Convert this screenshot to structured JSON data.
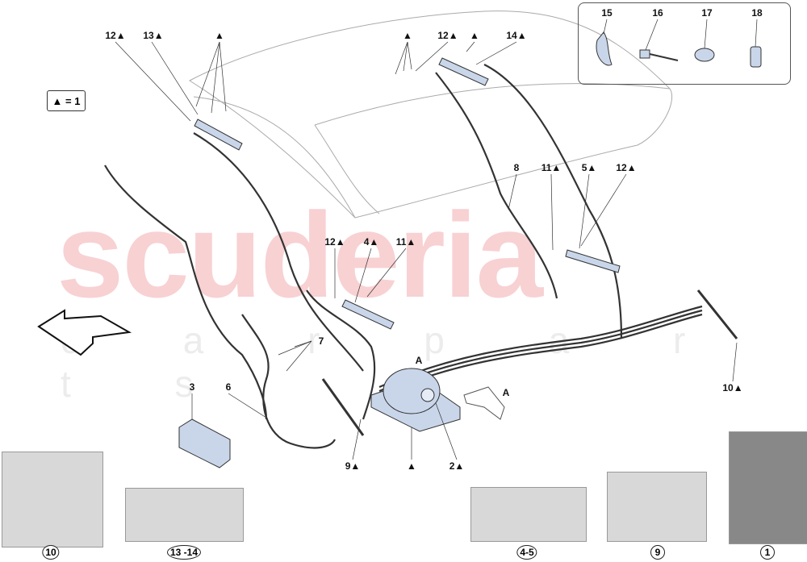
{
  "watermark": {
    "brand": "scuderia",
    "sub": "c a r p a r t s"
  },
  "legend": {
    "text": "▲ = 1"
  },
  "colors": {
    "part_fill": "#c9d6ea",
    "line": "#333333",
    "watermark": "#f7c9cc"
  },
  "callouts": [
    {
      "id": "c1",
      "text": "12▲"
    },
    {
      "id": "c2",
      "text": "13▲"
    },
    {
      "id": "c3",
      "text": "▲"
    },
    {
      "id": "c4",
      "text": "▲"
    },
    {
      "id": "c5",
      "text": "12▲"
    },
    {
      "id": "c6",
      "text": "▲"
    },
    {
      "id": "c7",
      "text": "14▲"
    },
    {
      "id": "c8",
      "text": "8"
    },
    {
      "id": "c9",
      "text": "11▲"
    },
    {
      "id": "c10",
      "text": "5▲"
    },
    {
      "id": "c11",
      "text": "12▲"
    },
    {
      "id": "c12",
      "text": "12▲"
    },
    {
      "id": "c13",
      "text": "4▲"
    },
    {
      "id": "c14",
      "text": "11▲"
    },
    {
      "id": "c15",
      "text": "7"
    },
    {
      "id": "c16",
      "text": "A"
    },
    {
      "id": "c17",
      "text": "A"
    },
    {
      "id": "c18",
      "text": "3"
    },
    {
      "id": "c19",
      "text": "6"
    },
    {
      "id": "c20",
      "text": "9▲"
    },
    {
      "id": "c21",
      "text": "▲"
    },
    {
      "id": "c22",
      "text": "2▲"
    },
    {
      "id": "c23",
      "text": "10▲"
    }
  ],
  "inset_labels": [
    "15",
    "16",
    "17",
    "18"
  ],
  "photos": [
    {
      "label": "10"
    },
    {
      "label": "13 -14"
    },
    {
      "label": "4-5"
    },
    {
      "label": "9"
    },
    {
      "label": "1"
    }
  ]
}
